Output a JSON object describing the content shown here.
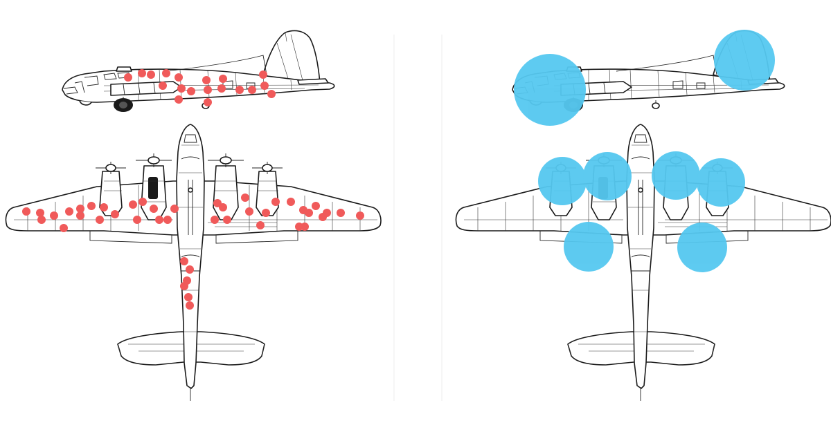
{
  "colors": {
    "background": "#ffffff",
    "outline": "#1a1a1a",
    "returned_damage_dot": "#f05a5a",
    "critical_area_circle": "#55c8f0",
    "divider": "#dddddd"
  },
  "panels": [
    {
      "id": "returned-planes-damage",
      "marker": "red-dot"
    },
    {
      "id": "critical-areas",
      "marker": "blue-circle"
    }
  ],
  "views": [
    "side-view",
    "top-view"
  ]
}
